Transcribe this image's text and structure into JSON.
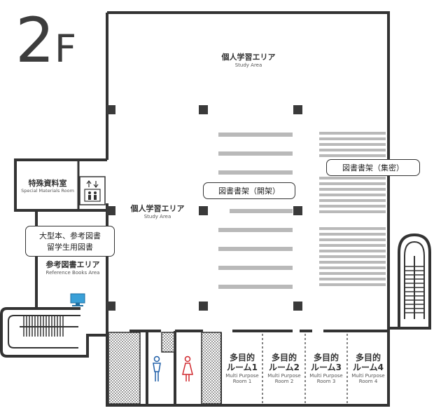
{
  "floor": {
    "number": "2",
    "suffix": "F"
  },
  "areas": {
    "study_top": {
      "jp": "個人学習エリア",
      "en": "Study Area"
    },
    "study_mid": {
      "jp": "個人学習エリア",
      "en": "Study Area"
    },
    "special": {
      "jp": "特殊資料室",
      "en": "Special Materials Room"
    },
    "reference": {
      "jp": "参考図書エリア",
      "en": "Reference Books Area"
    }
  },
  "callouts": {
    "open_stacks": "図書書架（開架）",
    "closed_stacks": "図書書架（集密）",
    "large_books_line1": "大型本、参考図書",
    "large_books_line2": "留学生用図書"
  },
  "rooms": [
    {
      "jp1": "多目的",
      "jp2": "ルーム1",
      "en1": "Multi Purpose",
      "en2": "Room 1"
    },
    {
      "jp1": "多目的",
      "jp2": "ルーム2",
      "en1": "Multi Purpose",
      "en2": "Room 2"
    },
    {
      "jp1": "多目的",
      "jp2": "ルーム3",
      "en1": "Multi Purpose",
      "en2": "Room 3"
    },
    {
      "jp1": "多目的",
      "jp2": "ルーム4",
      "en1": "Multi Purpose",
      "en2": "Room 4"
    }
  ],
  "colors": {
    "wall": "#333333",
    "shelf": "#b9b9b9",
    "pillar": "#3a3a3a",
    "male_restroom": "#1f5fa8",
    "female_restroom": "#d0282e",
    "computer": "#3aa0d8"
  },
  "icons": {
    "elevator": "elevator-icon",
    "male_restroom": "male-restroom-icon",
    "female_restroom": "female-restroom-icon",
    "computer": "computer-icon",
    "stairs": "stairs-icon"
  }
}
